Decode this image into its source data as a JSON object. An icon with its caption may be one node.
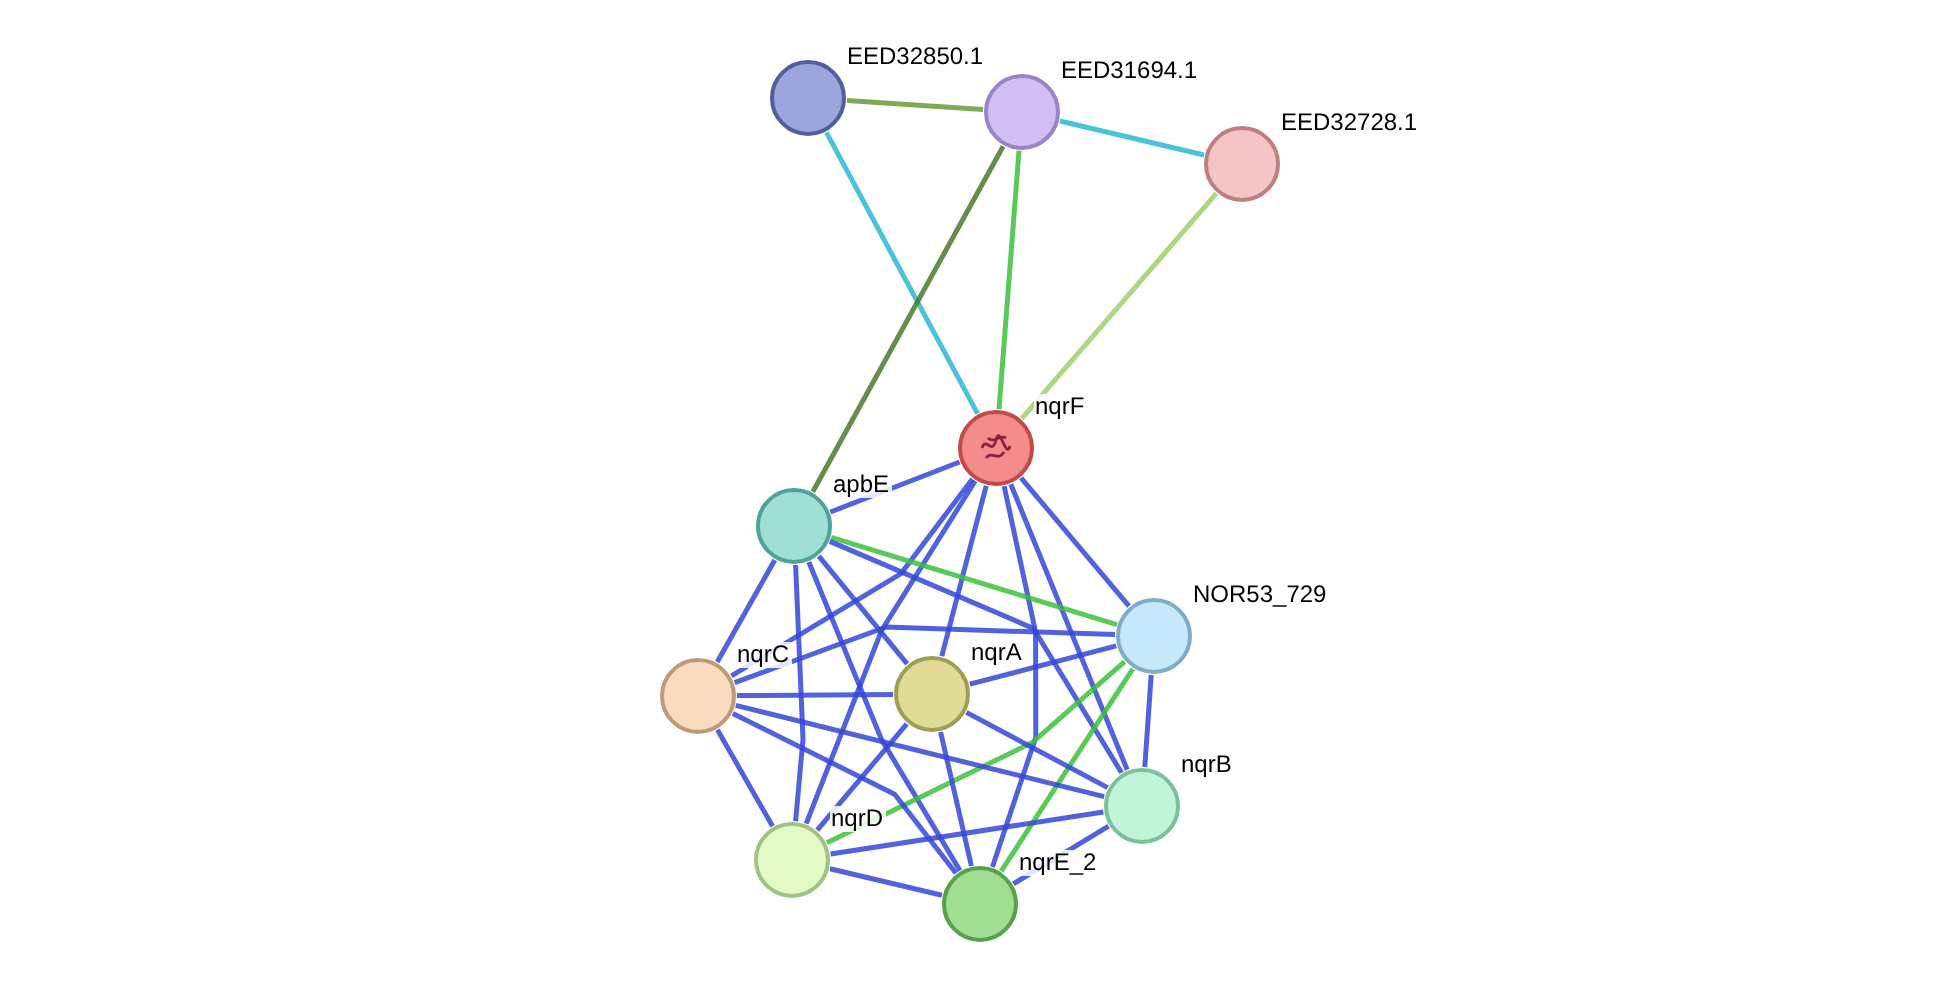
{
  "diagram": {
    "nodes": [
      {
        "text": [
          "EED32850.1"
        ]
      },
      {
        "text": [
          "EED31694.1"
        ]
      },
      {
        "text": [
          "EED32728.1"
        ]
      },
      {
        "text": [
          "nqrF"
        ]
      },
      {
        "text": [
          "apbE"
        ]
      },
      {
        "text": [
          "NOR53_729"
        ]
      },
      {
        "text": [
          "nqrC"
        ]
      },
      {
        "text": [
          "nqrA"
        ]
      },
      {
        "text": [
          "nqrB"
        ]
      },
      {
        "text": [
          "nqrD"
        ]
      },
      {
        "text": [
          "nqrE_2"
        ]
      }
    ],
    "edges": [
      {
        "from": 0,
        "to": 1,
        "arrow": "none",
        "color": "#6a9a3a"
      },
      {
        "from": 0,
        "to": 3,
        "arrow": "none",
        "color": "#2bb7d5"
      },
      {
        "from": 1,
        "to": 2,
        "arrow": "none",
        "color": "#2bb7d5"
      },
      {
        "from": 1,
        "to": 3,
        "arrow": "none",
        "color": "#3cc03c"
      },
      {
        "from": 1,
        "to": 4,
        "arrow": "none",
        "color": "#4a7a2a"
      },
      {
        "from": 2,
        "to": 3,
        "arrow": "none",
        "color": "#9fcf6a"
      },
      {
        "from": 3,
        "to": 4,
        "arrow": "none"
      },
      {
        "from": 3,
        "to": 5,
        "arrow": "none"
      },
      {
        "from": 3,
        "to": 6,
        "arrow": "none"
      },
      {
        "from": 3,
        "to": 7,
        "arrow": "none"
      },
      {
        "from": 3,
        "to": 8,
        "arrow": "none"
      },
      {
        "from": 3,
        "to": 9,
        "arrow": "none"
      },
      {
        "from": 3,
        "to": 10,
        "arrow": "none"
      },
      {
        "from": 4,
        "to": 5,
        "arrow": "none",
        "color": "#3cc03c"
      },
      {
        "from": 4,
        "to": 6,
        "arrow": "none"
      },
      {
        "from": 4,
        "to": 7,
        "arrow": "none"
      },
      {
        "from": 4,
        "to": 8,
        "arrow": "none"
      },
      {
        "from": 4,
        "to": 9,
        "arrow": "none"
      },
      {
        "from": 4,
        "to": 10,
        "arrow": "none"
      },
      {
        "from": 5,
        "to": 6,
        "arrow": "none"
      },
      {
        "from": 5,
        "to": 7,
        "arrow": "none"
      },
      {
        "from": 5,
        "to": 8,
        "arrow": "none"
      },
      {
        "from": 5,
        "to": 9,
        "arrow": "none",
        "color": "#3cc03c"
      },
      {
        "from": 5,
        "to": 10,
        "arrow": "none",
        "color": "#3cc03c"
      },
      {
        "from": 6,
        "to": 7,
        "arrow": "none"
      },
      {
        "from": 6,
        "to": 8,
        "arrow": "none"
      },
      {
        "from": 6,
        "to": 9,
        "arrow": "none"
      },
      {
        "from": 6,
        "to": 10,
        "arrow": "none"
      },
      {
        "from": 7,
        "to": 8,
        "arrow": "none"
      },
      {
        "from": 7,
        "to": 9,
        "arrow": "none"
      },
      {
        "from": 7,
        "to": 10,
        "arrow": "none"
      },
      {
        "from": 8,
        "to": 9,
        "arrow": "none"
      },
      {
        "from": 8,
        "to": 10,
        "arrow": "none"
      },
      {
        "from": 9,
        "to": 10,
        "arrow": "none"
      }
    ]
  }
}
